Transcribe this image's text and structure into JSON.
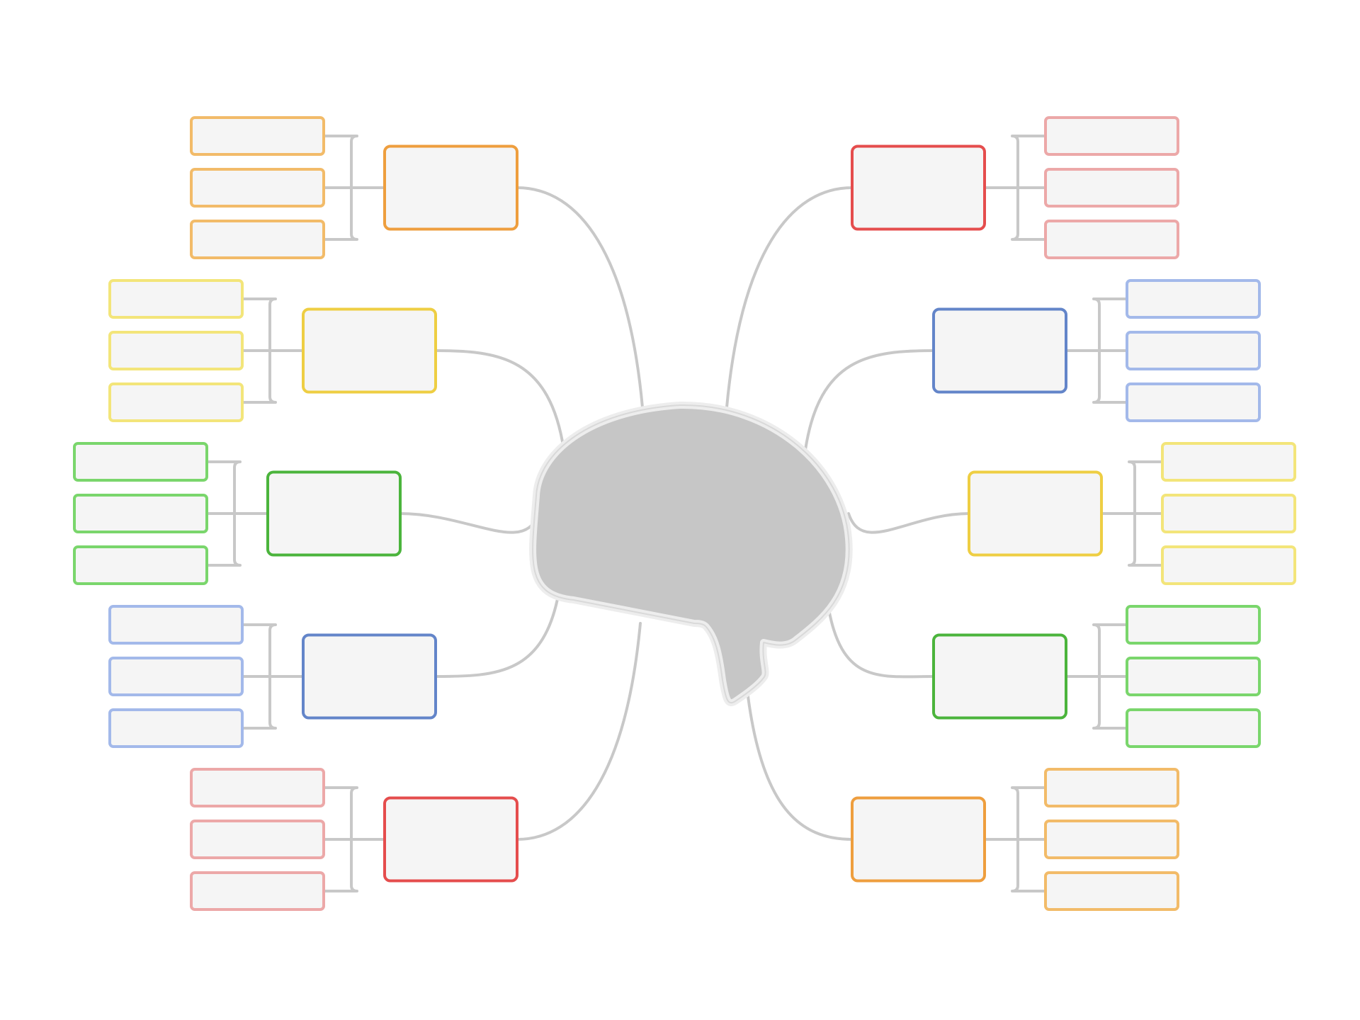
{
  "diagram": {
    "type": "mind-map",
    "center": {
      "label": "",
      "shape": "speech-bubble",
      "fill": "#c6c6c6",
      "outline": "#e6e6e6"
    },
    "connector_color": "#c8c8c8",
    "box_fill": "#f5f5f5",
    "branches": [
      {
        "label": "",
        "side": "left",
        "color": "#ee9e3e",
        "child_color": "#f2bb69",
        "children": [
          "",
          "",
          ""
        ]
      },
      {
        "label": "",
        "side": "left",
        "color": "#eece43",
        "child_color": "#f3e57a",
        "children": [
          "",
          "",
          ""
        ]
      },
      {
        "label": "",
        "side": "left",
        "color": "#4bb43c",
        "child_color": "#7ad66c",
        "children": [
          "",
          "",
          ""
        ]
      },
      {
        "label": "",
        "side": "left",
        "color": "#6385c9",
        "child_color": "#a3b9ea",
        "children": [
          "",
          "",
          ""
        ]
      },
      {
        "label": "",
        "side": "left",
        "color": "#e54d4d",
        "child_color": "#eca8a8",
        "children": [
          "",
          "",
          ""
        ]
      },
      {
        "label": "",
        "side": "right",
        "color": "#e54d4d",
        "child_color": "#eca8a8",
        "children": [
          "",
          "",
          ""
        ]
      },
      {
        "label": "",
        "side": "right",
        "color": "#6385c9",
        "child_color": "#a3b9ea",
        "children": [
          "",
          "",
          ""
        ]
      },
      {
        "label": "",
        "side": "right",
        "color": "#eece43",
        "child_color": "#f3e57a",
        "children": [
          "",
          "",
          ""
        ]
      },
      {
        "label": "",
        "side": "right",
        "color": "#4bb43c",
        "child_color": "#7ad66c",
        "children": [
          "",
          "",
          ""
        ]
      },
      {
        "label": "",
        "side": "right",
        "color": "#ee9e3e",
        "child_color": "#f2bb69",
        "children": [
          "",
          "",
          ""
        ]
      }
    ]
  }
}
